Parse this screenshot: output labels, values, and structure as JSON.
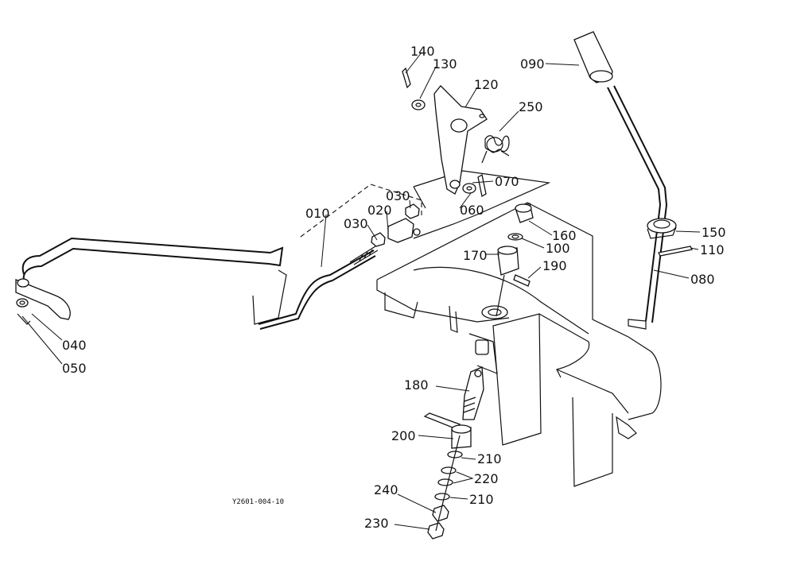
{
  "callouts": {
    "c010": "010",
    "c020": "020",
    "c030a": "030",
    "c030b": "030",
    "c040": "040",
    "c050": "050",
    "c060": "060",
    "c070": "070",
    "c080": "080",
    "c090": "090",
    "c100": "100",
    "c110": "110",
    "c120": "120",
    "c130": "130",
    "c140": "140",
    "c150": "150",
    "c160": "160",
    "c170": "170",
    "c180": "180",
    "c190": "190",
    "c200": "200",
    "c210a": "210",
    "c210b": "210",
    "c220": "220",
    "c230": "230",
    "c240": "240",
    "c250": "250"
  },
  "figure_ref": "Y2601-004-10"
}
